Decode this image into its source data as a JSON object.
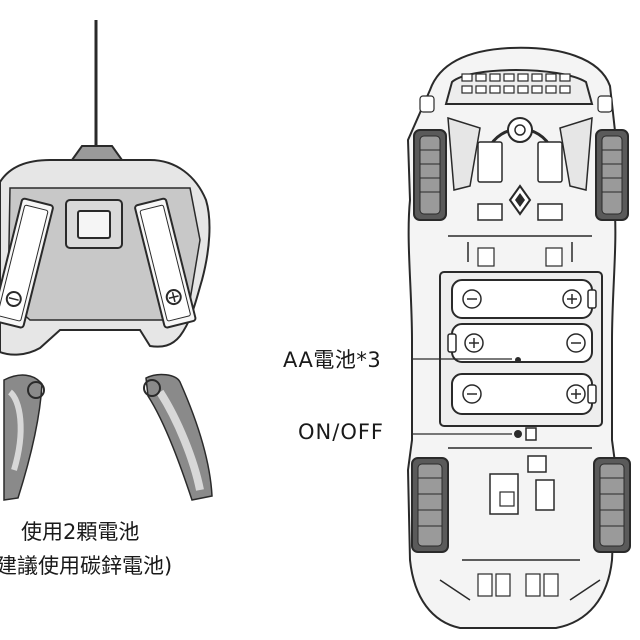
{
  "labels": {
    "aa_batteries": "AA電池*3",
    "power_switch": "ON/OFF",
    "transmitter_batteries": "使用2顆電池",
    "battery_advice": "建議使用碳鋅電池)"
  },
  "colors": {
    "line": "#2a2a2a",
    "body_fill": "#f4f4f4",
    "shade": "#8a8a8a",
    "dark": "#3a3a3a"
  }
}
